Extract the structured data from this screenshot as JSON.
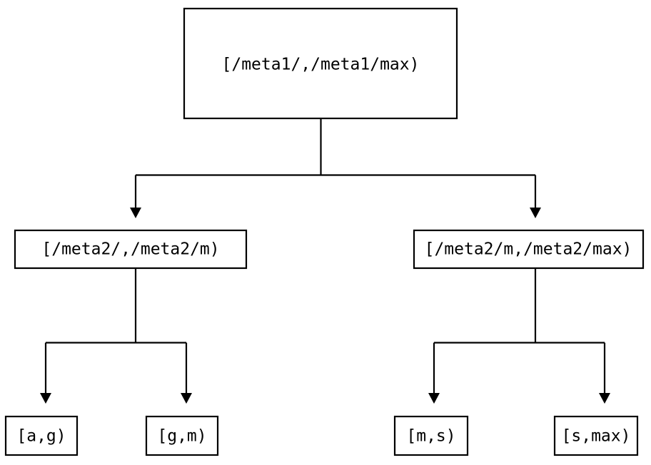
{
  "diagram": {
    "type": "tree",
    "orientation": "top-down",
    "title": "",
    "background_color": "#ffffff",
    "line_color": "#000000",
    "text_color": "#000000",
    "nodes": {
      "root": {
        "label": "[/meta1/,/meta1/max)",
        "level": 0
      },
      "mid_left": {
        "label": "[/meta2/,/meta2/m)",
        "level": 1
      },
      "mid_right": {
        "label": "[/meta2/m,/meta2/max)",
        "level": 1
      },
      "leaf_1": {
        "label": "[a,g)",
        "level": 2
      },
      "leaf_2": {
        "label": "[g,m)",
        "level": 2
      },
      "leaf_3": {
        "label": "[m,s)",
        "level": 2
      },
      "leaf_4": {
        "label": "[s,max)",
        "level": 2
      }
    },
    "edges": [
      {
        "from": "root",
        "to": "mid_left",
        "arrow": "triangle-down"
      },
      {
        "from": "root",
        "to": "mid_right",
        "arrow": "triangle-down"
      },
      {
        "from": "mid_left",
        "to": "leaf_1",
        "arrow": "triangle-down"
      },
      {
        "from": "mid_left",
        "to": "leaf_2",
        "arrow": "triangle-down"
      },
      {
        "from": "mid_right",
        "to": "leaf_3",
        "arrow": "triangle-down"
      },
      {
        "from": "mid_right",
        "to": "leaf_4",
        "arrow": "triangle-down"
      }
    ]
  }
}
